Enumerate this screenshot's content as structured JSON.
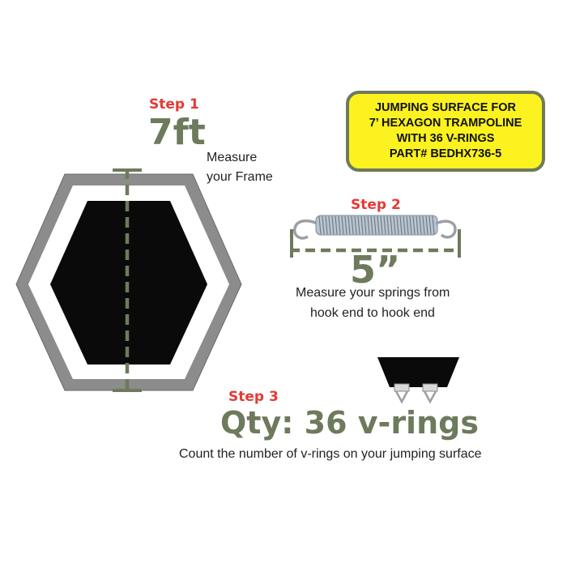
{
  "step1": {
    "label": "Step 1",
    "value": "7ft",
    "desc_line1": "Measure",
    "desc_line2": "your Frame"
  },
  "step2": {
    "label": "Step 2",
    "value": "5”",
    "desc_line1": "Measure your springs from",
    "desc_line2": "hook end to hook end"
  },
  "step3": {
    "label": "Step 3",
    "value": "Qty: 36 v-rings",
    "desc": "Count the number of v-rings on your jumping surface"
  },
  "info_box": {
    "lines": [
      "JUMPING SURFACE FOR",
      "7’ HEXAGON TRAMPOLINE",
      "WITH 36 V-RINGS",
      "PART# BEDHX736-5"
    ]
  },
  "colors": {
    "accent_red": "#e53935",
    "measure_green": "#6d7a5c",
    "box_yellow": "#fbf21f",
    "frame_gray": "#8a8a8a",
    "mat_black": "#0a0a0a"
  }
}
